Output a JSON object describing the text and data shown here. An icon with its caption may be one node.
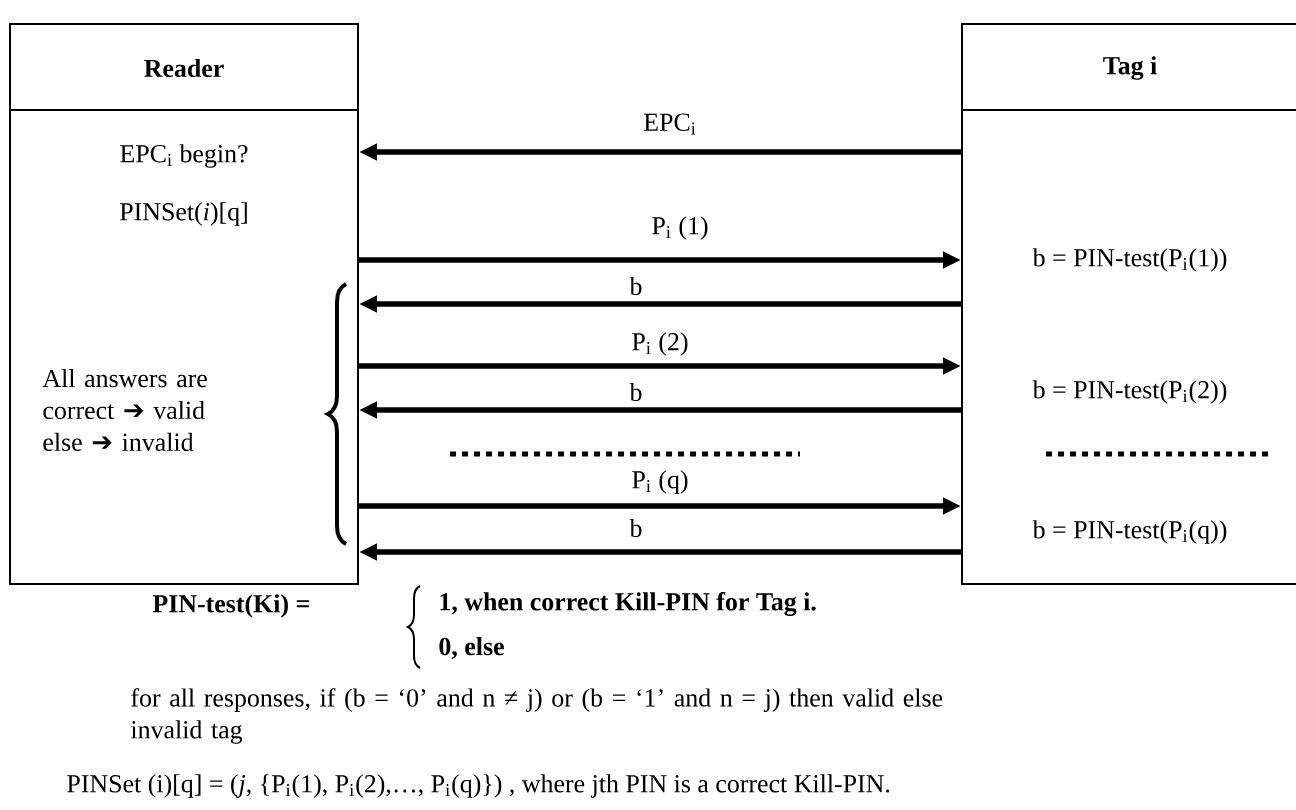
{
  "diagram": {
    "nodes": [
      {
        "text": [
          "Reader",
          "EPC$_{i}$ begin?",
          "PINSet(*i*)[q]",
          "All answers are correct ➔ valid else ➔ invalid"
        ]
      },
      {
        "text": [
          "Tag i",
          "b = PIN-test(P$_{i}$(1))",
          "b = PIN-test(P$_{i}$(2))",
          "b = PIN-test(P$_{i}$(q))"
        ]
      }
    ],
    "edges": [
      {
        "from": 1,
        "to": 0,
        "arrow": "to",
        "label": "EPC$_{i}$"
      },
      {
        "from": 0,
        "to": 1,
        "arrow": "to",
        "label": "P$_{i}$ (1)"
      },
      {
        "from": 1,
        "to": 0,
        "arrow": "to",
        "label": "b"
      },
      {
        "from": 0,
        "to": 1,
        "arrow": "to",
        "label": "P$_{i}$ (2)"
      },
      {
        "from": 1,
        "to": 0,
        "arrow": "to",
        "label": "b"
      },
      {
        "from": 0,
        "to": 1,
        "arrow": "to",
        "label": "P$_{i}$ (q)"
      },
      {
        "from": 1,
        "to": 0,
        "arrow": "to",
        "label": "b"
      }
    ],
    "labels": [
      "PIN-test(Ki) =",
      "1, when correct Kill-PIN for Tag i.",
      "0, else",
      "for all responses,  if (b = ‘0’ and n ≠ j) or (b = ‘1’ and n = j) then valid else invalid tag",
      "PINSet (i)[q] = (*j*, {P$_{i}$(1), P$_{i}$(2),…, P$_{i}$(q)}) , where jth PIN is a correct Kill-PIN."
    ]
  }
}
